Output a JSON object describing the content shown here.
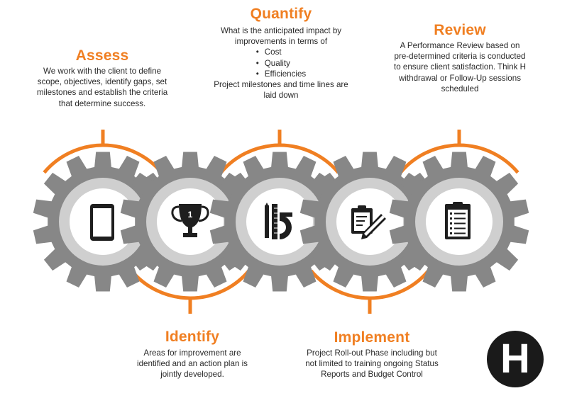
{
  "stages": [
    {
      "id": "assess",
      "title": "Assess",
      "description": "We work with the client to define scope, objectives, identify gaps, set milestones and establish the criteria that determine success.",
      "icon": "tablet-icon"
    },
    {
      "id": "identify",
      "title": "Identify",
      "description": "Areas for improvement are identified and an action plan is jointly developed.",
      "icon": "trophy-icon",
      "icon_text": "1"
    },
    {
      "id": "quantify",
      "title": "Quantify",
      "description": "What is the anticipated impact by improvements in terms of",
      "bullets": [
        "Cost",
        "Quality",
        "Efficiencies"
      ],
      "description_after": "Project milestones and time lines are laid down",
      "icon": "ruler-protractor-icon"
    },
    {
      "id": "implement",
      "title": "Implement",
      "description": "Project Roll-out Phase including but not limited to training ongoing Status Reports and Budget Control",
      "icon": "clipboard-pencil-icon"
    },
    {
      "id": "review",
      "title": "Review",
      "description": "A Performance Review based on pre-determined criteria is conducted to ensure client satisfaction. Think H withdrawal or Follow-Up sessions scheduled",
      "icon": "checklist-icon"
    }
  ],
  "logo": {
    "letter": "H"
  },
  "colors": {
    "accent": "#f07f22",
    "gear": "#878787",
    "gear_inner": "#cfcfcf",
    "text": "#2a2a2a",
    "logo_bg": "#1a1a1a"
  }
}
